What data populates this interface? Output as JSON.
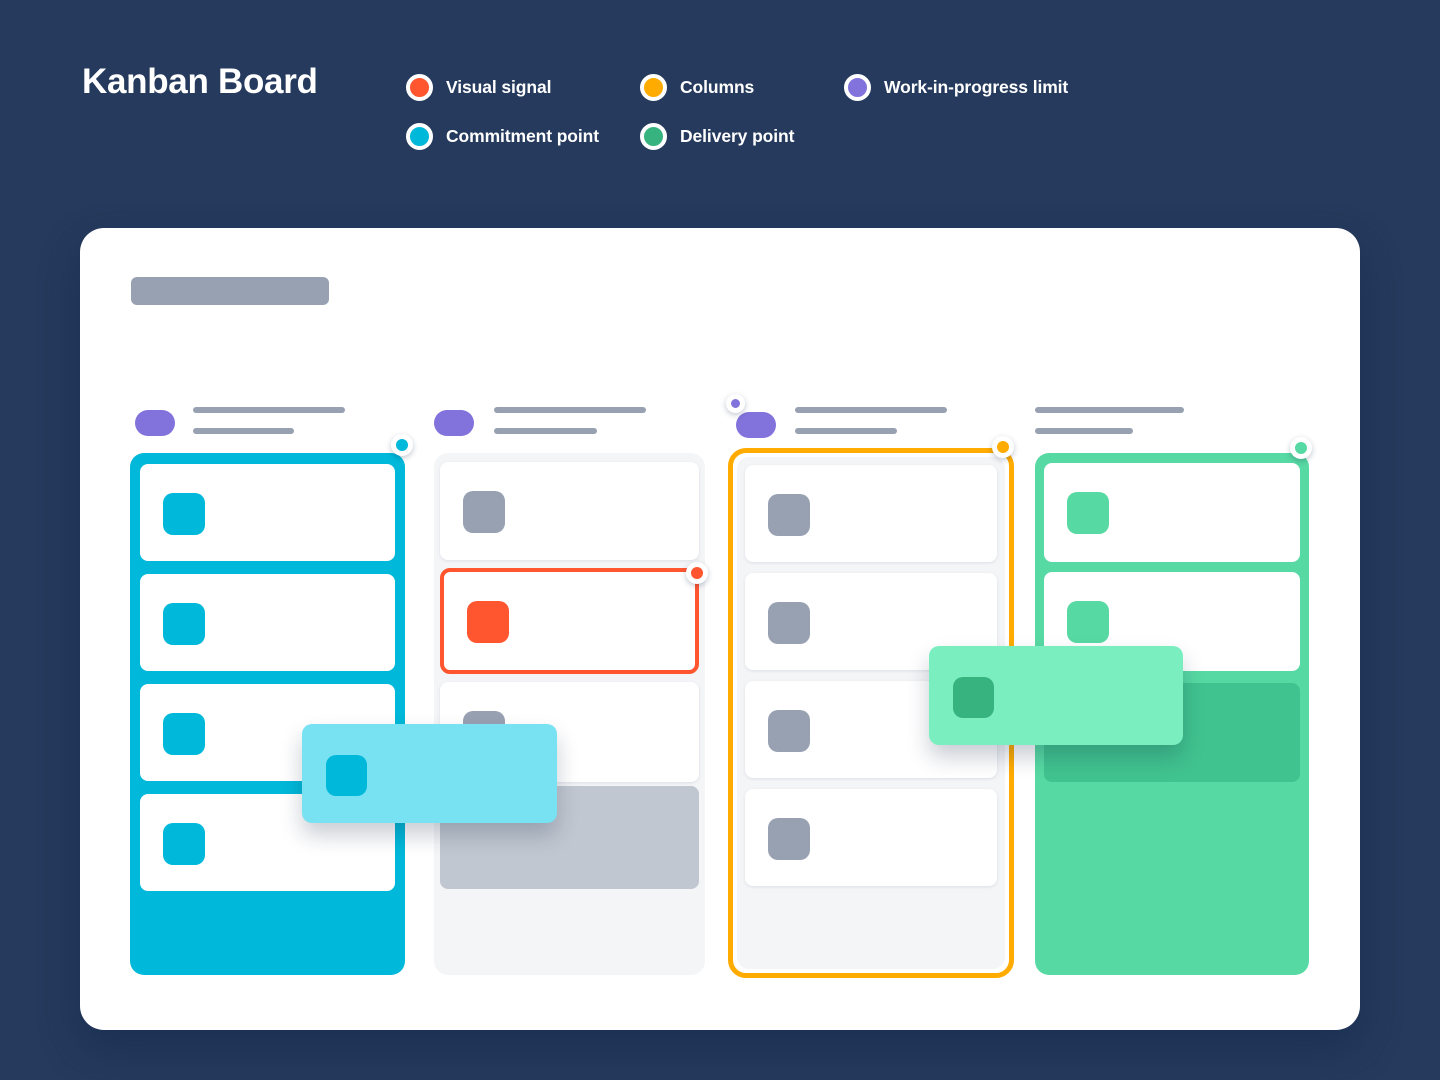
{
  "header": {
    "title": "Kanban Board"
  },
  "legend": {
    "items": [
      {
        "label": "Visual signal",
        "color": "#ff5630",
        "icon": "dot"
      },
      {
        "label": "Columns",
        "color": "#ffab00",
        "icon": "dot"
      },
      {
        "label": "Work-in-progress limit",
        "color": "#8272dc",
        "icon": "dot"
      },
      {
        "label": "Commitment point",
        "color": "#00b8d9",
        "icon": "dot"
      },
      {
        "label": "Delivery point",
        "color": "#36b37e",
        "icon": "dot"
      }
    ]
  },
  "colors": {
    "navy": "#253a5c",
    "cyan": "#00b8d9",
    "cyan_light": "#79e2f2",
    "red": "#ff5630",
    "yellow": "#ffab00",
    "purple": "#8272dc",
    "green": "#36b37e",
    "green_mid": "#57d9a3",
    "green_ghost": "#41c38f",
    "green_light": "#7beec0",
    "gray_strong": "#98a1b1",
    "gray_ghost": "#c1c7d0",
    "gray_bg": "#f4f5f7"
  },
  "board": {
    "title_placeholder": true,
    "columns": [
      {
        "name": "column-1",
        "header": {
          "pill": true,
          "lines": 2
        },
        "corner_marker": {
          "semantic": "commitment-point",
          "color": "#00b8d9"
        },
        "stack": [
          {
            "type": "card",
            "square": "#00b8d9"
          },
          {
            "type": "card",
            "square": "#00b8d9"
          },
          {
            "type": "card",
            "square": "#00b8d9"
          },
          {
            "type": "card",
            "square": "#00b8d9"
          }
        ]
      },
      {
        "name": "column-2",
        "header": {
          "pill": true,
          "lines": 2
        },
        "stack": [
          {
            "type": "card",
            "square": "#98a1b1"
          },
          {
            "type": "card",
            "variant": "highlight",
            "square": "#ff5630",
            "marker": {
              "semantic": "visual-signal",
              "color": "#ff5630"
            }
          },
          {
            "type": "card",
            "square": "#98a1b1"
          },
          {
            "type": "ghost",
            "color": "#c1c7d0"
          }
        ]
      },
      {
        "name": "column-3",
        "header": {
          "pill": true,
          "lines": 2,
          "wip_marker": {
            "semantic": "work-in-progress-limit",
            "color": "#8272dc"
          }
        },
        "corner_marker": {
          "semantic": "columns",
          "color": "#ffab00"
        },
        "stack": [
          {
            "type": "card",
            "square": "#98a1b1"
          },
          {
            "type": "card",
            "square": "#98a1b1"
          },
          {
            "type": "card",
            "square": "#98a1b1"
          },
          {
            "type": "card",
            "square": "#98a1b1"
          }
        ]
      },
      {
        "name": "column-4",
        "header": {
          "pill": false,
          "lines": 2
        },
        "corner_marker": {
          "semantic": "delivery-point",
          "color": "#57d9a3"
        },
        "stack": [
          {
            "type": "card",
            "square": "#57d9a3"
          },
          {
            "type": "card",
            "square": "#57d9a3"
          },
          {
            "type": "ghost",
            "color": "#41c38f"
          }
        ]
      }
    ],
    "floating_cards": [
      {
        "semantic": "card-crossing-commitment-point",
        "color": "#79e2f2",
        "square": "#00b8d9"
      },
      {
        "semantic": "card-crossing-delivery-point",
        "color": "#7beec0",
        "square": "#36b37e"
      }
    ]
  }
}
